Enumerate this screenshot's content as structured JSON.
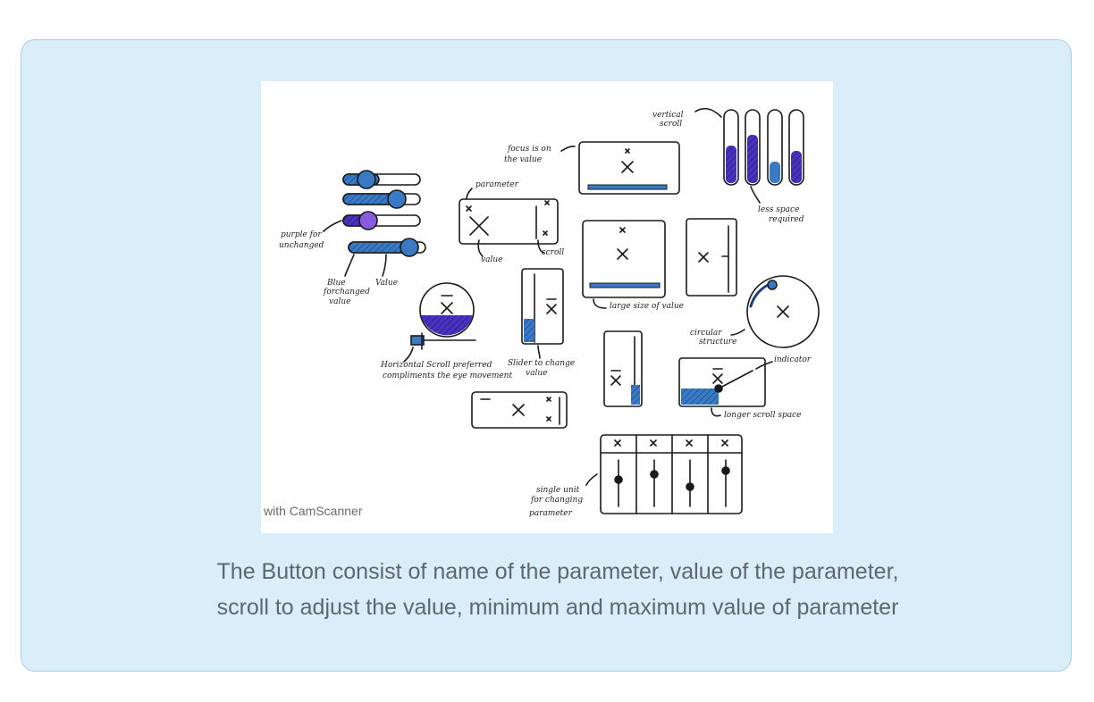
{
  "caption": {
    "text": "The Button consist of name of the parameter, value of the parameter, scroll to adjust the value, minimum and maximum value of parameter"
  },
  "sketch": {
    "watermark": "with CamScanner",
    "notes": {
      "vertical_scroll": [
        "vertical",
        "scroll"
      ],
      "focus_on_value": [
        "focus is on",
        "the value"
      ],
      "less_space": [
        "less space",
        "required"
      ],
      "parameter": "parameter",
      "purple": [
        "purple for",
        "unchanged"
      ],
      "value": "value",
      "scroll": "scroll",
      "blue": [
        "Blue",
        "forchanged",
        "value"
      ],
      "value_2": "Value",
      "large_size": "large size of value",
      "circular": [
        "circular",
        "structure"
      ],
      "horizontal": [
        "Horizontal Scroll preferred",
        "compliments the eye movement"
      ],
      "slider": [
        "Slider to change",
        "value"
      ],
      "indicator": "indicator",
      "longer_scroll": "longer scroll space",
      "single_unit": [
        "single unit",
        "for changing",
        "parameter"
      ]
    },
    "colors": {
      "blue": "#3a79c4",
      "purple": "#5a2fc8",
      "ink": "#1a1a1a"
    }
  }
}
